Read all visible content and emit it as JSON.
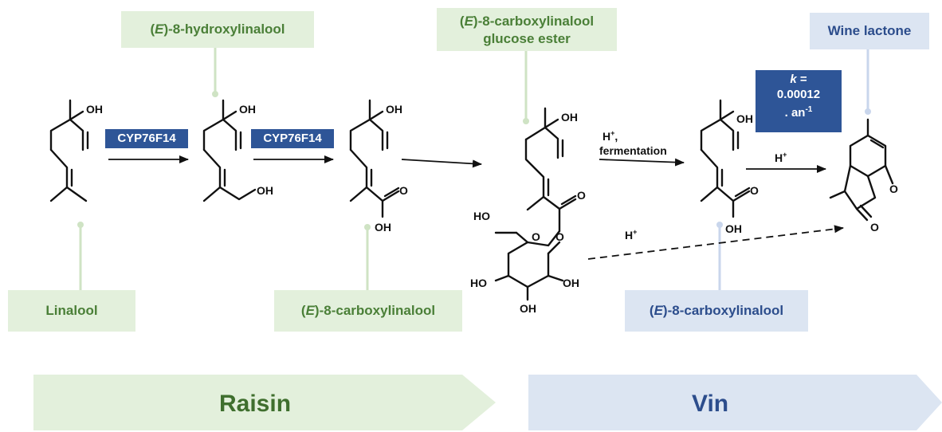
{
  "labels": {
    "hydroxylinalool": {
      "italic": "E",
      "rest": "-8-hydroxylinalool"
    },
    "ester_line1": {
      "italic": "E",
      "rest": "-8-carboxylinalool"
    },
    "ester_line2": "glucose ester",
    "wine_lactone": "Wine lactone",
    "linalool": "Linalool",
    "carboxylinalool_raisin": {
      "italic": "E",
      "rest": "-8-carboxylinalool"
    },
    "carboxylinalool_vin": {
      "italic": "E",
      "rest": "-8-carboxylinalool"
    }
  },
  "enzymes": [
    "CYP76F14",
    "CYP76F14"
  ],
  "rate_box": {
    "symbol": "k",
    "eq": " =",
    "value": "0.00012",
    "unit": ". an",
    "unit_exp": "-1"
  },
  "conditions": {
    "h_plus": "H",
    "plus_sign": "+",
    "comma": ",",
    "fermentation": "fermentation"
  },
  "atoms": {
    "oh": "OH",
    "ho": "HO",
    "o": "O"
  },
  "stages": {
    "raisin": "Raisin",
    "vin": "Vin"
  },
  "colors": {
    "green_fill": "#e3f0dc",
    "green_text": "#4a7f37",
    "blue_fill": "#dce5f2",
    "blue_text": "#2c4d8c",
    "enzyme_fill": "#2e5597"
  }
}
